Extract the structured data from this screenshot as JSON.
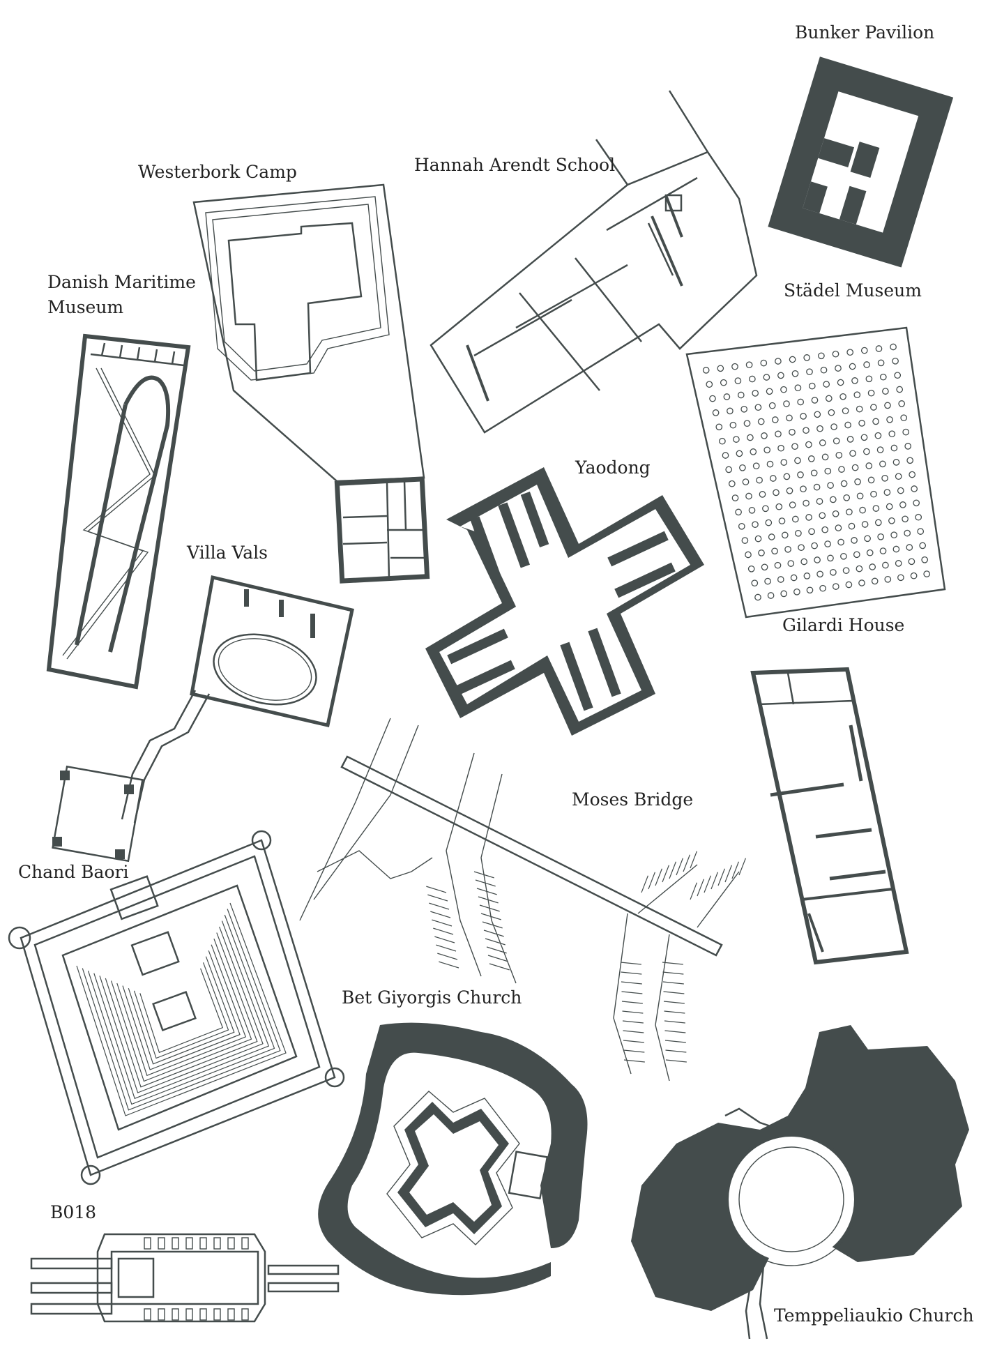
{
  "labels": {
    "bunker_pavilion": "Bunker Pavilion",
    "westerbork_camp": "Westerbork Camp",
    "hannah_arendt_school": "Hannah Arendt School",
    "danish_maritime_line1": "Danish Maritime",
    "danish_maritime_line2": "Museum",
    "stadel_museum": "Städel Museum",
    "yaodong": "Yaodong",
    "villa_vals": "Villa Vals",
    "gilardi_house": "Gilardi House",
    "moses_bridge": "Moses Bridge",
    "chand_baori": "Chand Baori",
    "bet_giyorgis_church": "Bet Giyorgis Church",
    "b018": "B018",
    "temppeliaukio_church": "Temppeliaukio Church"
  },
  "colors": {
    "ink": "#444c4c",
    "paper": "#ffffff",
    "text": "#222222"
  }
}
